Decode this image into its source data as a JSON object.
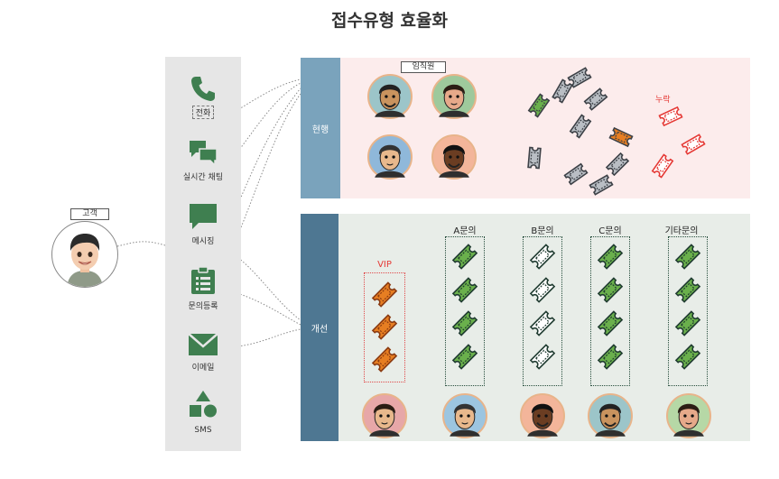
{
  "title": "접수유형 효율화",
  "customer": {
    "tag": "고객"
  },
  "channels": [
    {
      "label": "전화",
      "icon": "phone-icon",
      "boxed": true
    },
    {
      "label": "실시간 채팅",
      "icon": "chat-bubbles-icon",
      "boxed": false
    },
    {
      "label": "메시징",
      "icon": "message-icon",
      "boxed": false
    },
    {
      "label": "문의등록",
      "icon": "clipboard-icon",
      "boxed": false
    },
    {
      "label": "이메일",
      "icon": "envelope-icon",
      "boxed": false
    },
    {
      "label": "SMS",
      "icon": "shapes-icon",
      "boxed": false
    }
  ],
  "current": {
    "label": "현행",
    "staff_tag": "임직원",
    "missing_label": "누락"
  },
  "improved": {
    "label": "개선",
    "queues": [
      {
        "label": "VIP",
        "ticket_count": 3
      },
      {
        "label": "A문의",
        "ticket_count": 4
      },
      {
        "label": "B문의",
        "ticket_count": 4
      },
      {
        "label": "C문의",
        "ticket_count": 4
      },
      {
        "label": "기타문의",
        "ticket_count": 4
      }
    ]
  },
  "colors": {
    "icon_green": "#3f7f50",
    "ticket_green": "#6ab04c",
    "ticket_orange": "#e67e22",
    "ticket_red": "#e53935",
    "ticket_gray": "#b9bec4",
    "current_side": "#7aa3bc",
    "improved_side": "#4e7792",
    "current_bg": "#fcecec",
    "improved_bg": "#e8ede8"
  }
}
